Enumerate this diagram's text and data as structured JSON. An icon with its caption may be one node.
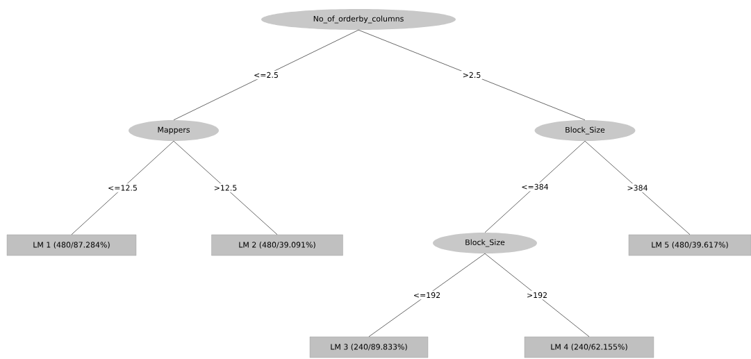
{
  "diagram": {
    "nodes": [
      {
        "text": [
          "No_of_orderby_columns"
        ]
      },
      {
        "text": [
          "Mappers"
        ]
      },
      {
        "text": [
          "Block_Size"
        ]
      },
      {
        "text": [
          "LM 1 (480/87.284%)"
        ]
      },
      {
        "text": [
          "LM 2 (480/39.091%)"
        ]
      },
      {
        "text": [
          "Block_Size"
        ]
      },
      {
        "text": [
          "LM 5 (480/39.617%)"
        ]
      },
      {
        "text": [
          "LM 3 (240/89.833%)"
        ]
      },
      {
        "text": [
          "LM 4 (240/62.155%)"
        ]
      }
    ],
    "edges": [
      {
        "from": 0,
        "to": 1,
        "arrow": "none",
        "label": "<=2.5"
      },
      {
        "from": 0,
        "to": 2,
        "arrow": "none",
        "label": ">2.5"
      },
      {
        "from": 1,
        "to": 3,
        "arrow": "none",
        "label": "<=12.5"
      },
      {
        "from": 1,
        "to": 4,
        "arrow": "none",
        "label": ">12.5"
      },
      {
        "from": 2,
        "to": 5,
        "arrow": "none",
        "label": "<=384"
      },
      {
        "from": 2,
        "to": 6,
        "arrow": "none",
        "label": ">384"
      },
      {
        "from": 5,
        "to": 7,
        "arrow": "none",
        "label": "<=192"
      },
      {
        "from": 5,
        "to": 8,
        "arrow": "none",
        "label": ">192"
      }
    ]
  }
}
